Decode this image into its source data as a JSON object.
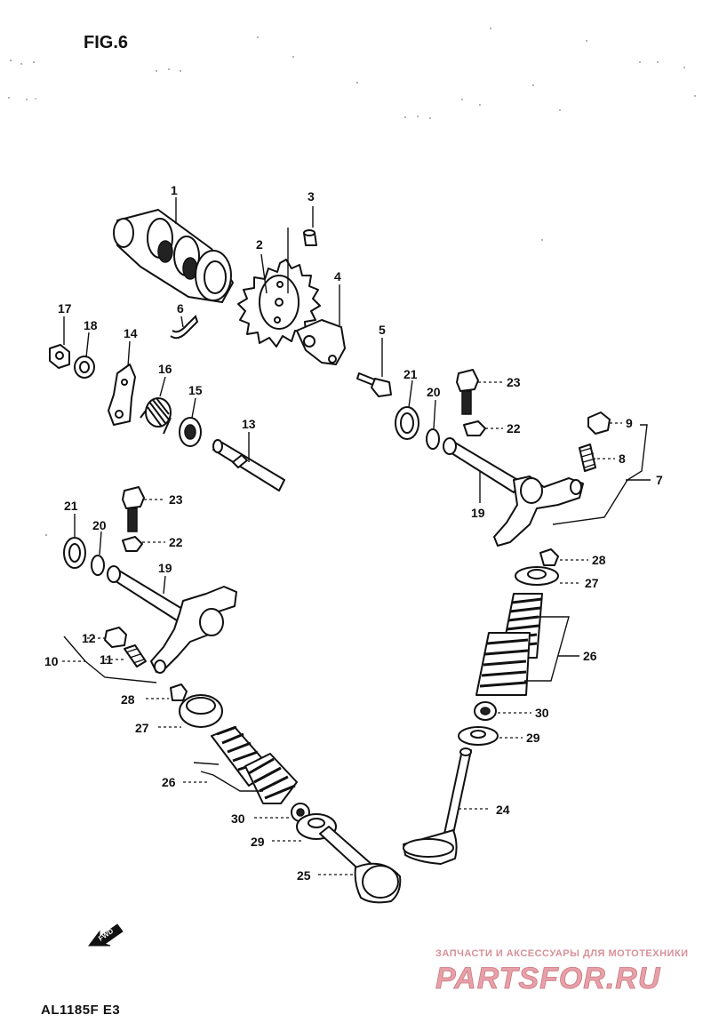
{
  "figure_title": "FIG.6",
  "diagram_code": "AL1185F E3",
  "fwd_arrow_text": "FWD",
  "watermark": {
    "tagline": "ЗАПЧАСТИ И АКСЕССУАРЫ ДЛЯ МОТОТЕХНИКИ",
    "logo": "PARTSFOR.RU",
    "color": "#e8a0a8"
  },
  "callouts": {
    "c1": "1",
    "c2": "2",
    "c3": "3",
    "c4": "4",
    "c5": "5",
    "c6": "6",
    "c7": "7",
    "c8": "8",
    "c9": "9",
    "c10": "10",
    "c11": "11",
    "c12": "12",
    "c13": "13",
    "c14": "14",
    "c15": "15",
    "c16": "16",
    "c17": "17",
    "c18": "18",
    "c19a": "19",
    "c19b": "19",
    "c20a": "20",
    "c20b": "20",
    "c21a": "21",
    "c21b": "21",
    "c22a": "22",
    "c22b": "22",
    "c23a": "23",
    "c23b": "23",
    "c24": "24",
    "c25": "25",
    "c26a": "26",
    "c26b": "26",
    "c27a": "27",
    "c27b": "27",
    "c28a": "28",
    "c28b": "28",
    "c29a": "29",
    "c29b": "29",
    "c30a": "30",
    "c30b": "30"
  }
}
